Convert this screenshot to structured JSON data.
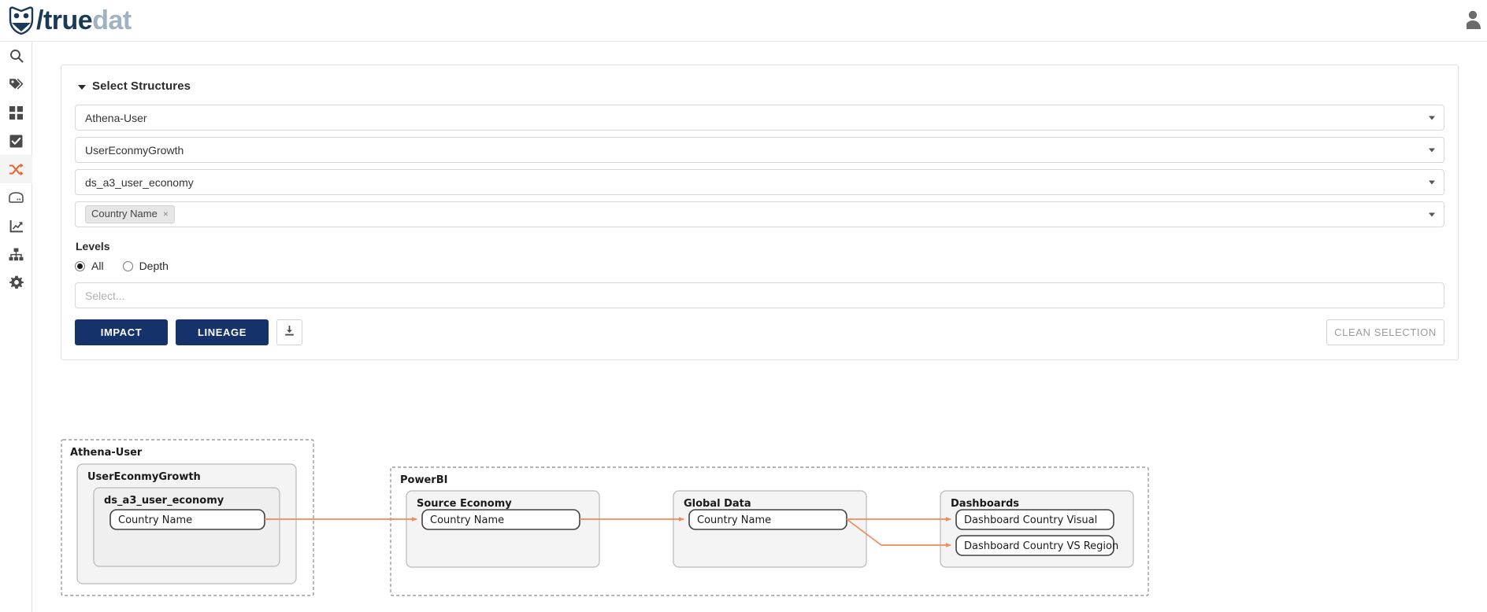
{
  "app": {
    "brand_slash": "/",
    "brand_true": "true",
    "brand_dat": "dat",
    "accent_color": "#e8622c",
    "primary_color": "#15326a"
  },
  "sidebar": {
    "items": [
      {
        "icon": "search-icon",
        "name": "search",
        "active": false
      },
      {
        "icon": "tags-icon",
        "name": "tags",
        "active": false
      },
      {
        "icon": "grid-icon",
        "name": "domains",
        "active": false
      },
      {
        "icon": "check-square-icon",
        "name": "quality",
        "active": false
      },
      {
        "icon": "shuffle-icon",
        "name": "lineage",
        "active": true
      },
      {
        "icon": "database-icon",
        "name": "sources",
        "active": false
      },
      {
        "icon": "chart-line-icon",
        "name": "metrics",
        "active": false
      },
      {
        "icon": "sitemap-icon",
        "name": "structures",
        "active": false
      },
      {
        "icon": "gear-icon",
        "name": "settings",
        "active": false
      }
    ]
  },
  "header": {
    "avatar_icon": "user-avatar-icon"
  },
  "panel": {
    "title": "Select Structures",
    "selects": [
      {
        "name": "system-select",
        "value": "Athena-User"
      },
      {
        "name": "group-select",
        "value": "UserEconmyGrowth"
      },
      {
        "name": "structure-select",
        "value": "ds_a3_user_economy"
      }
    ],
    "fields_select": {
      "name": "fields-select",
      "chips": [
        {
          "label": "Country Name",
          "remove": "×"
        }
      ]
    },
    "levels": {
      "label": "Levels",
      "options": [
        {
          "label": "All",
          "checked": true
        },
        {
          "label": "Depth",
          "checked": false
        }
      ],
      "depth_select_placeholder": "Select..."
    },
    "actions": {
      "impact": "IMPACT",
      "lineage": "LINEAGE",
      "download_icon": "download-icon",
      "clean_selection": "CLEAN SELECTION"
    }
  },
  "graph": {
    "edge_color": "#ef8c58",
    "systems": [
      {
        "name": "system-athena-user",
        "label": "Athena-User",
        "groups": [
          {
            "name": "group-usereconmygrowth",
            "label": "UserEconmyGrowth",
            "structures": [
              {
                "name": "structure-ds-a3-user-economy",
                "label": "ds_a3_user_economy",
                "fields": [
                  {
                    "label": "Country Name"
                  }
                ]
              }
            ]
          }
        ]
      },
      {
        "name": "system-powerbi",
        "label": "PowerBI",
        "groups": [
          {
            "name": "group-source-economy",
            "label": "Source Economy",
            "fields": [
              {
                "label": "Country Name"
              }
            ]
          },
          {
            "name": "group-global-data",
            "label": "Global Data",
            "fields": [
              {
                "label": "Country Name"
              }
            ]
          },
          {
            "name": "group-dashboards",
            "label": "Dashboards",
            "fields": [
              {
                "label": "Dashboard Country Visual"
              },
              {
                "label": "Dashboard Country VS Region"
              }
            ]
          }
        ]
      }
    ]
  }
}
